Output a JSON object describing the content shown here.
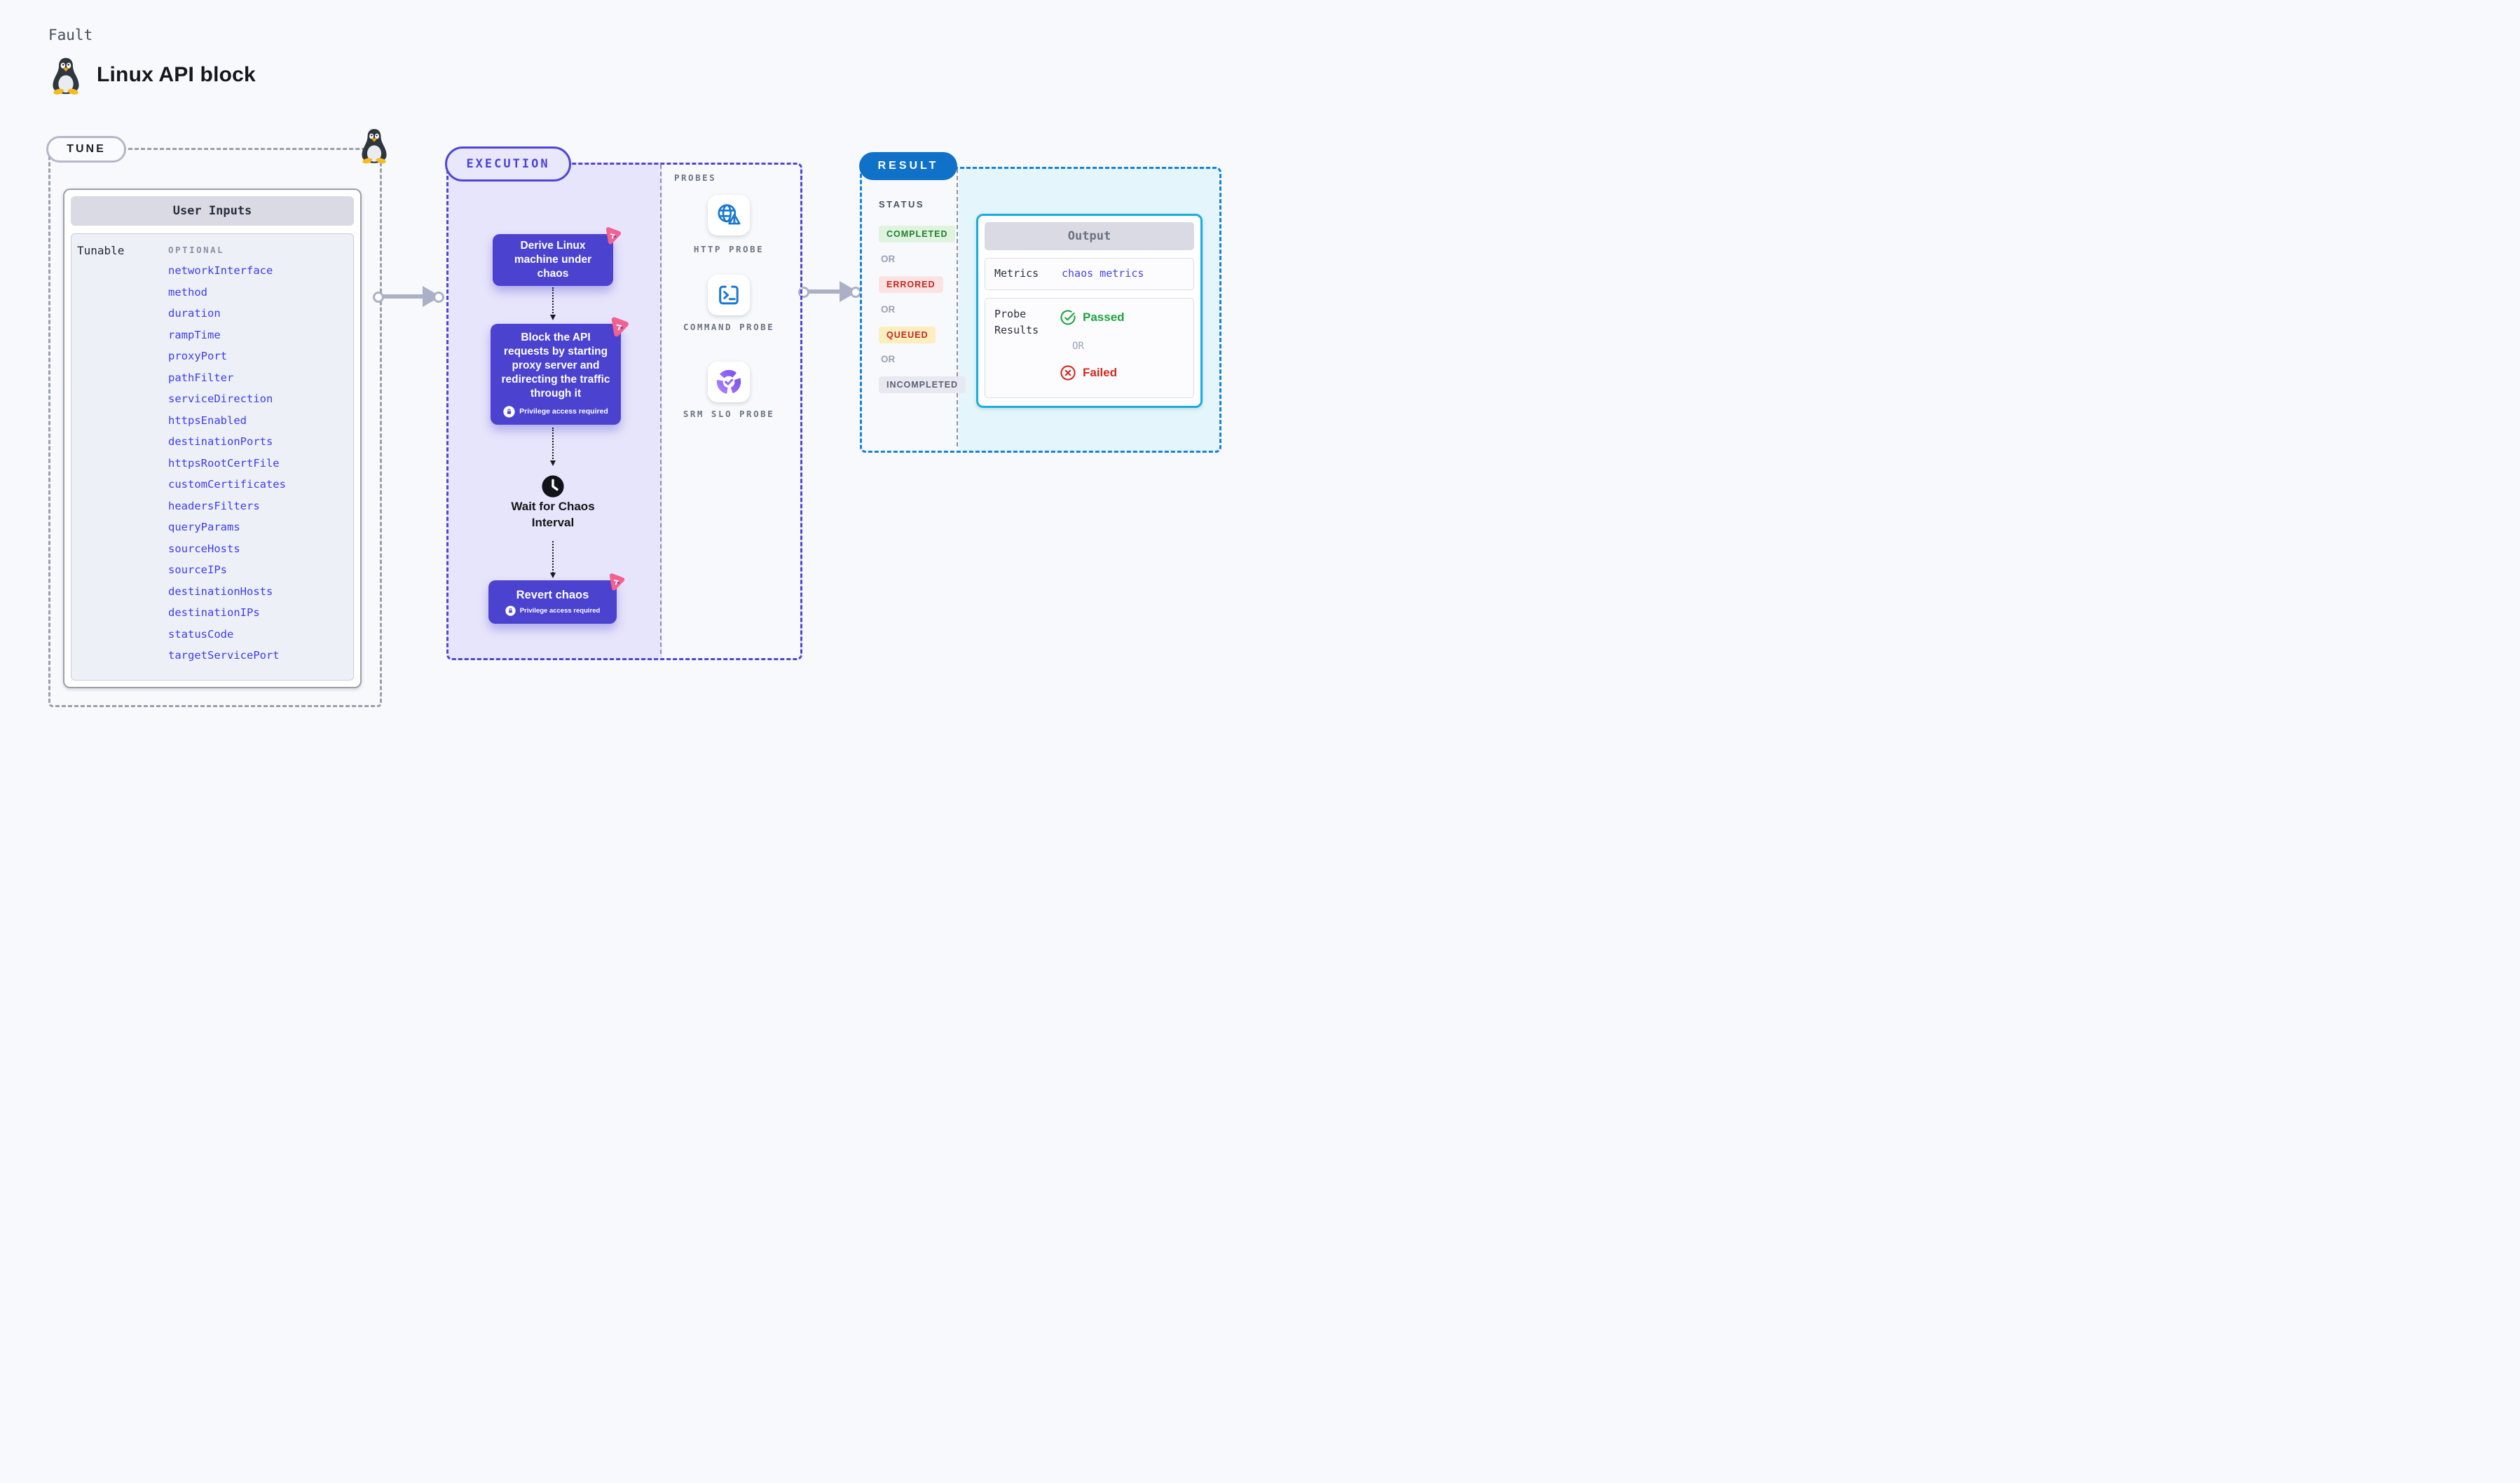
{
  "header": {
    "fault_label": "Fault",
    "title": "Linux API block"
  },
  "tune": {
    "badge": "TUNE",
    "card_title": "User Inputs",
    "row_label": "Tunable",
    "column_label": "OPTIONAL",
    "params": [
      "networkInterface",
      "method",
      "duration",
      "rampTime",
      "proxyPort",
      "pathFilter",
      "serviceDirection",
      "httpsEnabled",
      "destinationPorts",
      "httpsRootCertFile",
      "customCertificates",
      "headersFilters",
      "queryParams",
      "sourceHosts",
      "sourceIPs",
      "destinationHosts",
      "destinationIPs",
      "statusCode",
      "targetServicePort"
    ]
  },
  "execution": {
    "badge": "EXECUTION",
    "nodes": [
      {
        "label": "Derive Linux machine under chaos"
      },
      {
        "label": "Block the API requests by starting proxy server and redirecting the traffic through it",
        "privilege": "Privilege access required"
      },
      {
        "label": "Wait for Chaos Interval"
      },
      {
        "label": "Revert chaos",
        "privilege": "Privilege access required"
      }
    ]
  },
  "probes": {
    "label": "PROBES",
    "items": [
      {
        "name": "HTTP PROBE",
        "icon": "globe-alert-icon"
      },
      {
        "name": "COMMAND PROBE",
        "icon": "terminal-icon"
      },
      {
        "name": "SRM SLO PROBE",
        "icon": "slo-gauge-icon"
      }
    ]
  },
  "result": {
    "badge": "RESULT",
    "status_label": "STATUS",
    "or_label": "OR",
    "statuses": [
      "COMPLETED",
      "ERRORED",
      "QUEUED",
      "INCOMPLETED"
    ],
    "output": {
      "title": "Output",
      "metrics_label": "Metrics",
      "metrics_value": "chaos metrics",
      "probe_results_label": "Probe Results",
      "passed_label": "Passed",
      "failed_label": "Failed"
    }
  },
  "colors": {
    "page_bg": "#f8f9fc",
    "execution_accent": "#4f46d6",
    "execution_fill": "#e7e5fb",
    "node_bg": "#4b42cf",
    "chaos_pink": "#f2618f",
    "result_accent": "#1583d6",
    "result_pill_bg": "#0f72c8",
    "output_accent": "#16aede",
    "output_fill": "#e4f5fb",
    "param_blue": "#3c3cf2",
    "probe_icon_blue": "#1878d2",
    "srm_purple": "#8b5cf6",
    "completed_green": "#1e8030",
    "errored_red": "#c6261d",
    "queued_bg": "#fdeec0",
    "passed_green": "#1da53c",
    "failed_red": "#d4281c"
  }
}
